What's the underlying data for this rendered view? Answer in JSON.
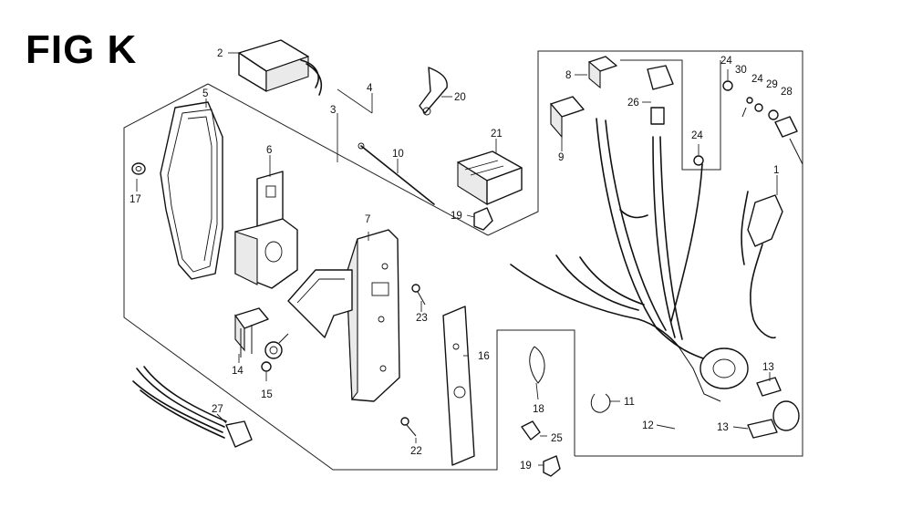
{
  "figure_title": "FIG K",
  "callouts": [
    {
      "id": "c2",
      "text": "2"
    },
    {
      "id": "c3",
      "text": "3"
    },
    {
      "id": "c4",
      "text": "4"
    },
    {
      "id": "c5",
      "text": "5"
    },
    {
      "id": "c6",
      "text": "6"
    },
    {
      "id": "c7",
      "text": "7"
    },
    {
      "id": "c10",
      "text": "10"
    },
    {
      "id": "c17",
      "text": "17"
    },
    {
      "id": "c20",
      "text": "20"
    },
    {
      "id": "c21",
      "text": "21"
    },
    {
      "id": "c19a",
      "text": "19"
    },
    {
      "id": "c23",
      "text": "23"
    },
    {
      "id": "c14",
      "text": "14"
    },
    {
      "id": "c15",
      "text": "15"
    },
    {
      "id": "c27",
      "text": "27"
    },
    {
      "id": "c22",
      "text": "22"
    },
    {
      "id": "c16",
      "text": "16"
    },
    {
      "id": "c18",
      "text": "18"
    },
    {
      "id": "c25",
      "text": "25"
    },
    {
      "id": "c19b",
      "text": "19"
    },
    {
      "id": "c8",
      "text": "8"
    },
    {
      "id": "c9",
      "text": "9"
    },
    {
      "id": "c26",
      "text": "26"
    },
    {
      "id": "c24a",
      "text": "24"
    },
    {
      "id": "c30",
      "text": "30"
    },
    {
      "id": "c24b",
      "text": "24"
    },
    {
      "id": "c29",
      "text": "29"
    },
    {
      "id": "c28",
      "text": "28"
    },
    {
      "id": "c24c",
      "text": "24"
    },
    {
      "id": "c1",
      "text": "1"
    },
    {
      "id": "c11",
      "text": "11"
    },
    {
      "id": "c12",
      "text": "12"
    },
    {
      "id": "c13a",
      "text": "13"
    },
    {
      "id": "c13b",
      "text": "13"
    }
  ]
}
